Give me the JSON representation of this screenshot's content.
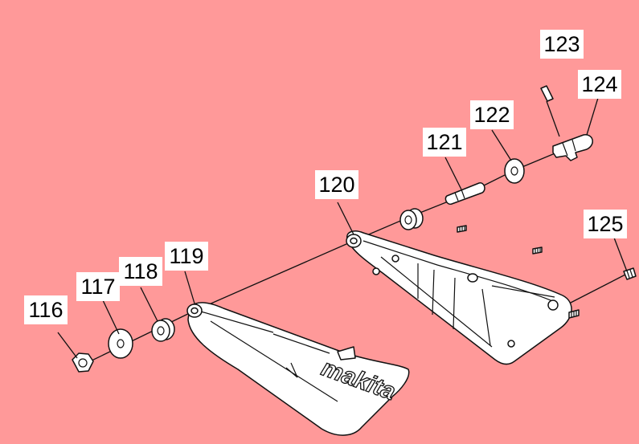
{
  "labels": {
    "l116": "116",
    "l117": "117",
    "l118": "118",
    "l119": "119",
    "l120": "120",
    "l121": "121",
    "l122": "122",
    "l123": "123",
    "l124": "124",
    "l125": "125"
  },
  "logo_text": "makita",
  "colors": {
    "background": "#ff9999",
    "part_fill": "#ffffff",
    "line": "#111111"
  }
}
